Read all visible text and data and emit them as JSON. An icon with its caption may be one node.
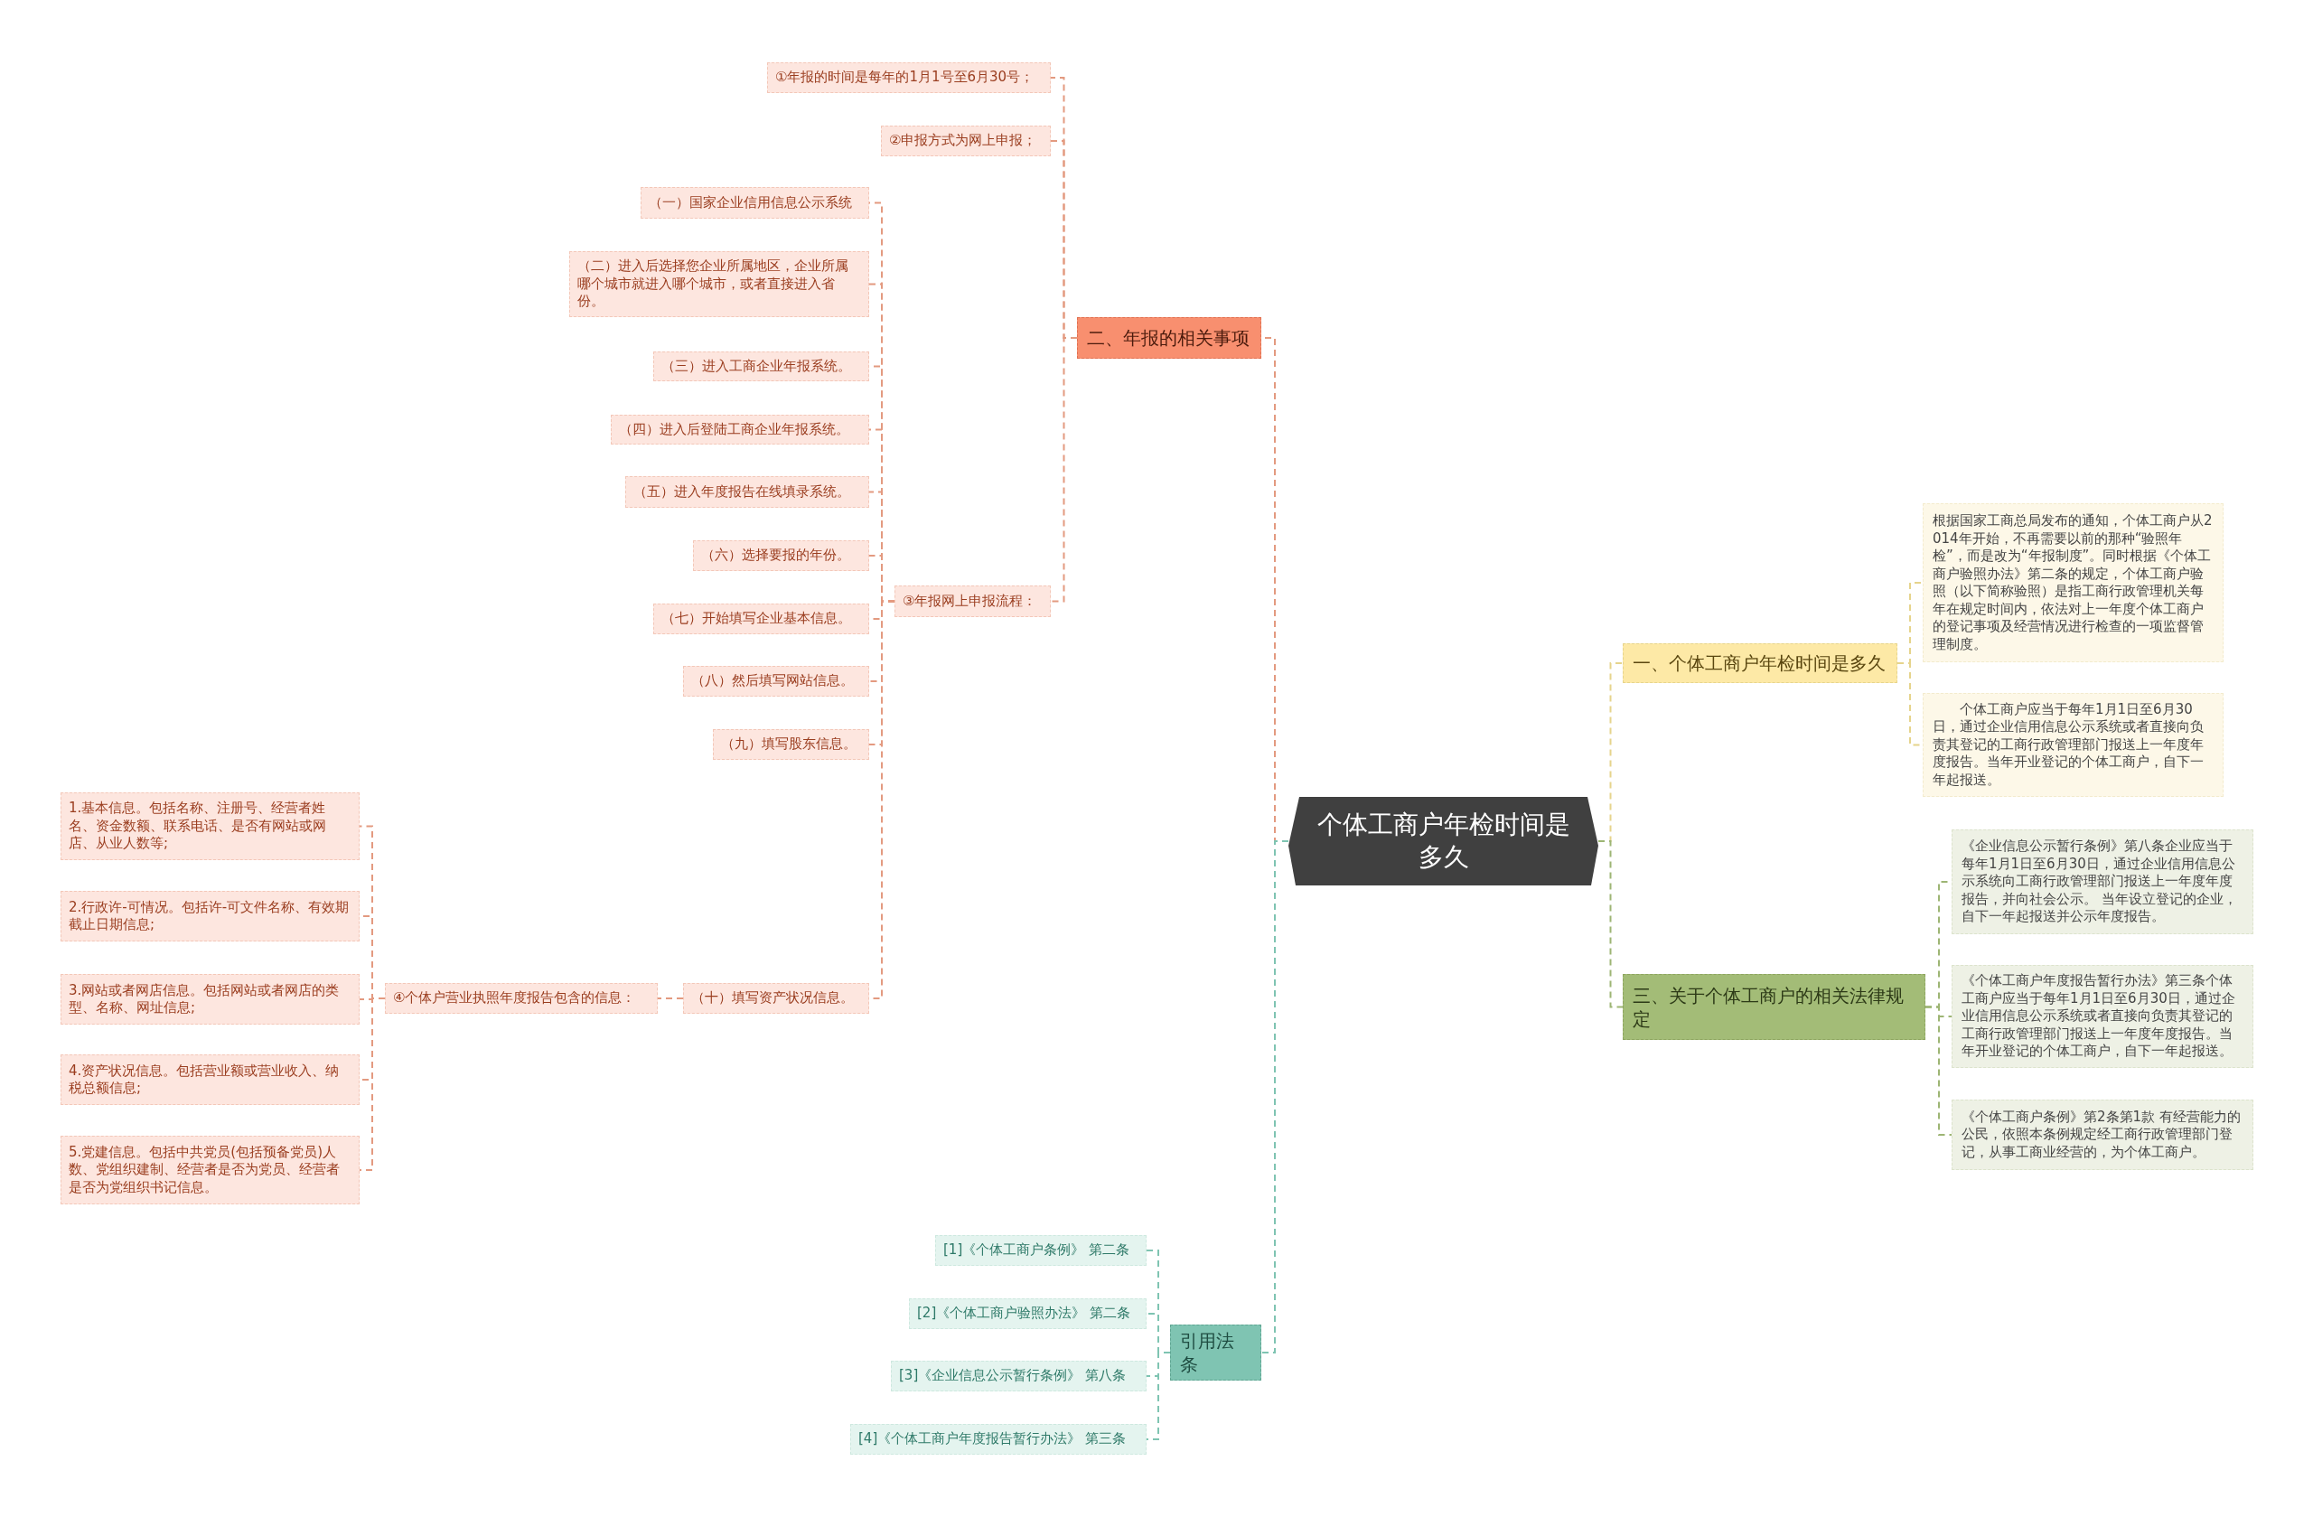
{
  "diagram": {
    "nodes": [
      {
        "text": [
          "个体工商户年检时间是多久"
        ]
      },
      {
        "text": [
          "二、年报的相关事项"
        ]
      },
      {
        "text": [
          "①年报的时间是每年的1月1号至6月30号；"
        ]
      },
      {
        "text": [
          "②申报方式为网上申报；"
        ]
      },
      {
        "text": [
          "③年报网上申报流程："
        ]
      },
      {
        "text": [
          "（一）国家企业信用信息公示系统"
        ]
      },
      {
        "text": [
          "（二）进入后选择您企业所属地区，企业所属哪个城市就进入哪个城市，或者直接进入省份。"
        ]
      },
      {
        "text": [
          "（三）进入工商企业年报系统。"
        ]
      },
      {
        "text": [
          "（四）进入后登陆工商企业年报系统。"
        ]
      },
      {
        "text": [
          "（五）进入年度报告在线填录系统。"
        ]
      },
      {
        "text": [
          "（六）选择要报的年份。"
        ]
      },
      {
        "text": [
          "（七）开始填写企业基本信息。"
        ]
      },
      {
        "text": [
          "（八）然后填写网站信息。"
        ]
      },
      {
        "text": [
          "（九）填写股东信息。"
        ]
      },
      {
        "text": [
          "（十）填写资产状况信息。"
        ]
      },
      {
        "text": [
          "④个体户营业执照年度报告包含的信息："
        ]
      },
      {
        "text": [
          "1.基本信息。包括名称、注册号、经营者姓名、资金数额、联系电话、是否有网站或网店、从业人数等;"
        ]
      },
      {
        "text": [
          "2.行政许-可情况。包括许-可文件名称、有效期截止日期信息;"
        ]
      },
      {
        "text": [
          "3.网站或者网店信息。包括网站或者网店的类型、名称、网址信息;"
        ]
      },
      {
        "text": [
          "4.资产状况信息。包括营业额或营业收入、纳税总额信息;"
        ]
      },
      {
        "text": [
          "5.党建信息。包括中共党员(包括预备党员)人数、党组织建制、经营者是否为党员、经营者是否为党组织书记信息。"
        ]
      },
      {
        "text": [
          "一、个体工商户年检时间是多久"
        ]
      },
      {
        "text": [
          "根据国家工商总局发布的通知，个体工商户从2014年开始，不再需要以前的那种“验照年检”，而是改为“年报制度”。同时根据《个体工商户验照办法》第二条的规定，个体工商户验照（以下简称验照）是指工商行政管理机关每年在规定时间内，依法对上一年度个体工商户的登记事项及经营情况进行检查的一项监督管理制度。"
        ]
      },
      {
        "text": [
          "个体工商户应当于每年1月1日至6月30日，通过企业信用信息公示系统或者直接向负责其登记的工商行政管理部门报送上一年度年度报告。当年开业登记的个体工商户，自下一年起报送。"
        ]
      },
      {
        "text": [
          "三、关于个体工商户的相关法律规定"
        ]
      },
      {
        "text": [
          "《企业信息公示暂行条例》第八条企业应当于每年1月1日至6月30日，通过企业信用信息公示系统向工商行政管理部门报送上一年度年度报告，并向社会公示。 当年设立登记的企业，自下一年起报送并公示年度报告。"
        ]
      },
      {
        "text": [
          "《个体工商户年度报告暂行办法》第三条个体工商户应当于每年1月1日至6月30日，通过企业信用信息公示系统或者直接向负责其登记的工商行政管理部门报送上一年度年度报告。当年开业登记的个体工商户，自下一年起报送。"
        ]
      },
      {
        "text": [
          "《个体工商户条例》第2条第1款 有经营能力的公民，依照本条例规定经工商行政管理部门登记，从事工商业经营的，为个体工商户。"
        ]
      },
      {
        "text": [
          "引用法条"
        ]
      },
      {
        "text": [
          "[1]《个体工商户条例》 第二条"
        ]
      },
      {
        "text": [
          "[2]《个体工商户验照办法》 第二条"
        ]
      },
      {
        "text": [
          "[3]《企业信息公示暂行条例》 第八条"
        ]
      },
      {
        "text": [
          "[4]《个体工商户年度报告暂行办法》 第三条"
        ]
      }
    ],
    "edges": [
      {
        "from": 0,
        "to": 1,
        "arrow": "none"
      },
      {
        "from": 1,
        "to": 2,
        "arrow": "none"
      },
      {
        "from": 1,
        "to": 3,
        "arrow": "none"
      },
      {
        "from": 1,
        "to": 4,
        "arrow": "none"
      },
      {
        "from": 4,
        "to": 5,
        "arrow": "none"
      },
      {
        "from": 4,
        "to": 6,
        "arrow": "none"
      },
      {
        "from": 4,
        "to": 7,
        "arrow": "none"
      },
      {
        "from": 4,
        "to": 8,
        "arrow": "none"
      },
      {
        "from": 4,
        "to": 9,
        "arrow": "none"
      },
      {
        "from": 4,
        "to": 10,
        "arrow": "none"
      },
      {
        "from": 4,
        "to": 11,
        "arrow": "none"
      },
      {
        "from": 4,
        "to": 12,
        "arrow": "none"
      },
      {
        "from": 4,
        "to": 13,
        "arrow": "none"
      },
      {
        "from": 4,
        "to": 14,
        "arrow": "none"
      },
      {
        "from": 14,
        "to": 15,
        "arrow": "none"
      },
      {
        "from": 15,
        "to": 16,
        "arrow": "none"
      },
      {
        "from": 15,
        "to": 17,
        "arrow": "none"
      },
      {
        "from": 15,
        "to": 18,
        "arrow": "none"
      },
      {
        "from": 15,
        "to": 19,
        "arrow": "none"
      },
      {
        "from": 15,
        "to": 20,
        "arrow": "none"
      },
      {
        "from": 0,
        "to": 21,
        "arrow": "none",
        "color": "#e6d48c"
      },
      {
        "from": 21,
        "to": 22,
        "arrow": "none",
        "color": "#e6d48c"
      },
      {
        "from": 21,
        "to": 23,
        "arrow": "none",
        "color": "#e6d48c"
      },
      {
        "from": 0,
        "to": 24,
        "arrow": "none",
        "color": "#9db574"
      },
      {
        "from": 24,
        "to": 25,
        "arrow": "none",
        "color": "#9db574"
      },
      {
        "from": 24,
        "to": 26,
        "arrow": "none",
        "color": "#9db574"
      },
      {
        "from": 24,
        "to": 27,
        "arrow": "none",
        "color": "#9db574"
      },
      {
        "from": 0,
        "to": 28,
        "arrow": "none",
        "color": "#7fc4b2"
      },
      {
        "from": 28,
        "to": 29,
        "arrow": "none",
        "color": "#7fc4b2"
      },
      {
        "from": 28,
        "to": 30,
        "arrow": "none",
        "color": "#7fc4b2"
      },
      {
        "from": 28,
        "to": 31,
        "arrow": "none",
        "color": "#7fc4b2"
      },
      {
        "from": 28,
        "to": 32,
        "arrow": "none",
        "color": "#7fc4b2"
      }
    ]
  }
}
